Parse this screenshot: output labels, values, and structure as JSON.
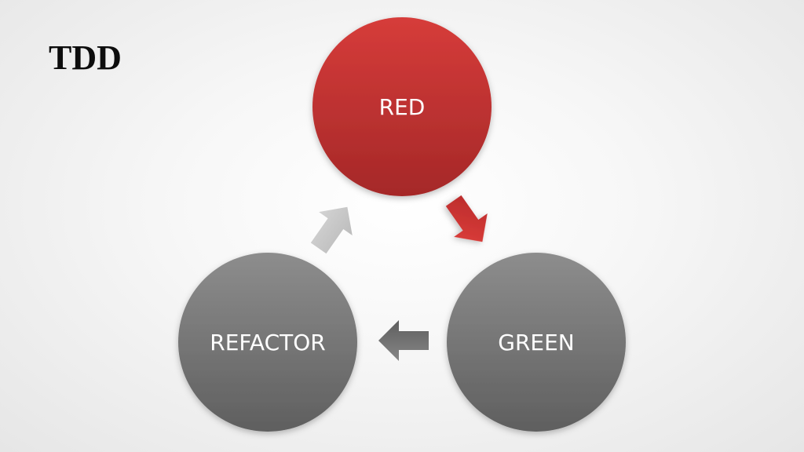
{
  "title": "TDD",
  "cycle": {
    "nodes": [
      {
        "label": "RED",
        "color": "#c23634"
      },
      {
        "label": "GREEN",
        "color": "#6f6f6f"
      },
      {
        "label": "REFACTOR",
        "color": "#727272"
      }
    ],
    "arrows": [
      {
        "from": "RED",
        "to": "GREEN",
        "color": "#c8302f"
      },
      {
        "from": "GREEN",
        "to": "REFACTOR",
        "color": "#777777"
      },
      {
        "from": "REFACTOR",
        "to": "RED",
        "color": "#c9c9c9"
      }
    ]
  }
}
